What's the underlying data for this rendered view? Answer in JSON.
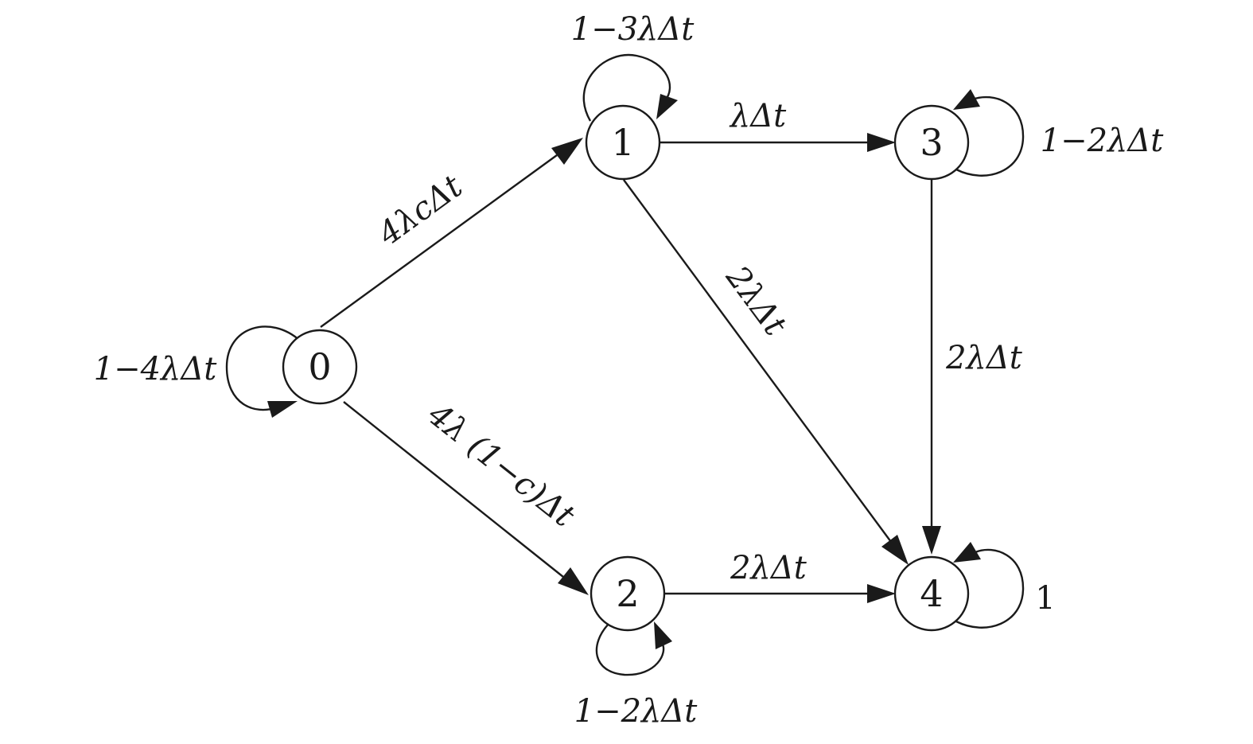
{
  "nodes": [
    {
      "id": "0",
      "label": "0"
    },
    {
      "id": "1",
      "label": "1"
    },
    {
      "id": "2",
      "label": "2"
    },
    {
      "id": "3",
      "label": "3"
    },
    {
      "id": "4",
      "label": "4"
    }
  ],
  "edges": [
    {
      "from": "0",
      "to": "1",
      "label": "4λcΔt"
    },
    {
      "from": "0",
      "to": "2",
      "label": "4λ (1−c)Δt"
    },
    {
      "from": "1",
      "to": "3",
      "label": "λΔt"
    },
    {
      "from": "1",
      "to": "4",
      "label": "2λΔt"
    },
    {
      "from": "3",
      "to": "4",
      "label": "2λΔt"
    },
    {
      "from": "2",
      "to": "4",
      "label": "2λΔt"
    }
  ],
  "self_loops": [
    {
      "node": "0",
      "label": "1−4λΔt"
    },
    {
      "node": "1",
      "label": "1−3λΔt"
    },
    {
      "node": "2",
      "label": "1−2λΔt"
    },
    {
      "node": "3",
      "label": "1−2λΔt"
    },
    {
      "node": "4",
      "label": "1"
    }
  ],
  "colors": {
    "stroke": "#1a1a1a",
    "background": "#ffffff"
  }
}
